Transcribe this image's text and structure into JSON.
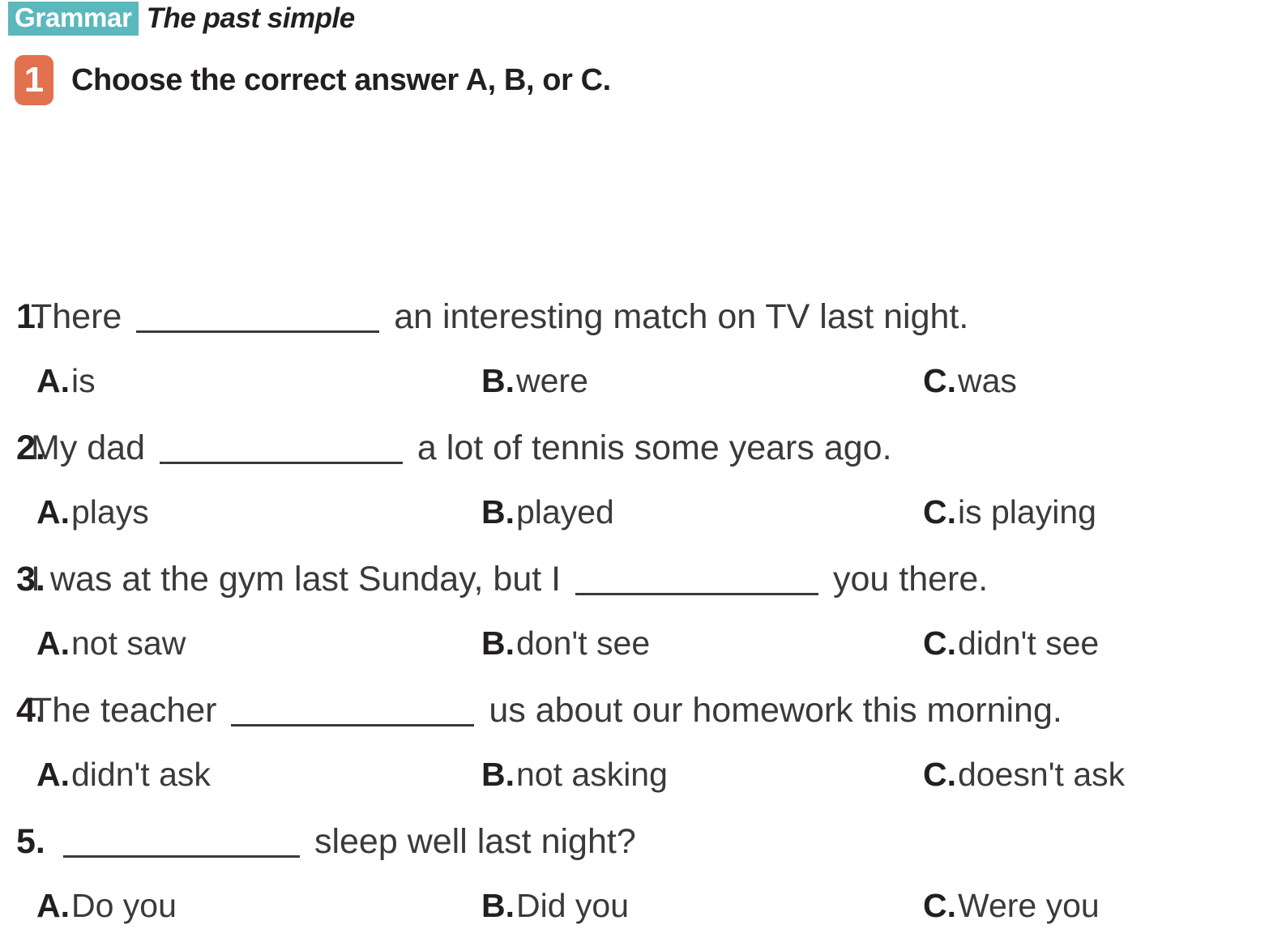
{
  "header": {
    "badge_label": "Grammar",
    "badge_color": "#5bb8bd",
    "title": "The past simple"
  },
  "instruction": {
    "number": "1",
    "number_color": "#e2714f",
    "text": "Choose the correct answer A, B, or C."
  },
  "questions": [
    {
      "number": "1.",
      "text_before": "There",
      "text_after": "an interesting match on TV last night.",
      "options": [
        {
          "letter": "A.",
          "value": "is"
        },
        {
          "letter": "B.",
          "value": "were"
        },
        {
          "letter": "C.",
          "value": "was"
        }
      ]
    },
    {
      "number": "2.",
      "text_before": "My dad",
      "text_after": "a lot of tennis some years ago.",
      "options": [
        {
          "letter": "A.",
          "value": "plays"
        },
        {
          "letter": "B.",
          "value": "played"
        },
        {
          "letter": "C.",
          "value": "is playing"
        }
      ]
    },
    {
      "number": "3.",
      "text_before": "I was at the gym last Sunday, but I",
      "text_after": "you there.",
      "options": [
        {
          "letter": "A.",
          "value": "not saw"
        },
        {
          "letter": "B.",
          "value": "don't see"
        },
        {
          "letter": "C.",
          "value": "didn't see"
        }
      ]
    },
    {
      "number": "4.",
      "text_before": "The teacher",
      "text_after": "us about our homework this morning.",
      "options": [
        {
          "letter": "A.",
          "value": "didn't ask"
        },
        {
          "letter": "B.",
          "value": "not asking"
        },
        {
          "letter": "C.",
          "value": "doesn't ask"
        }
      ]
    },
    {
      "number": "5.",
      "text_before": "",
      "text_after": "sleep well last night?",
      "options": [
        {
          "letter": "A.",
          "value": "Do you"
        },
        {
          "letter": "B.",
          "value": "Did you"
        },
        {
          "letter": "C.",
          "value": "Were you"
        }
      ]
    }
  ]
}
